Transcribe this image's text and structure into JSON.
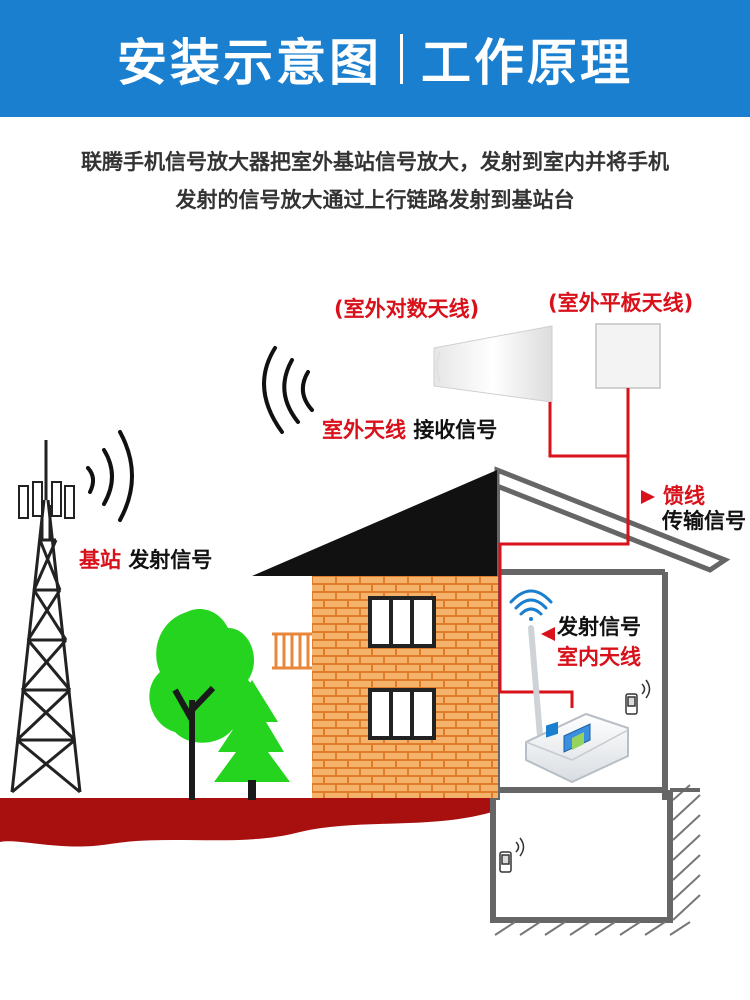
{
  "header": {
    "title_left": "安装示意图",
    "title_right": "工作原理"
  },
  "intro": {
    "line1": "联腾手机信号放大器把室外基站信号放大，发射到室内并将手机",
    "line2": "发射的信号放大通过上行链路发射到基站台"
  },
  "labels": {
    "log_antenna": "(室外对数天线)",
    "panel_antenna": "(室外平板天线)",
    "outdoor_antenna_red": "室外天线",
    "outdoor_antenna_dark": "接收信号",
    "feeder_red": "馈线",
    "feeder_dark": "传输信号",
    "base_station_red": "基站",
    "base_station_dark": "发射信号",
    "indoor_dark": "发射信号",
    "indoor_red": "室内天线"
  },
  "colors": {
    "header_bg": "#1b7fcf",
    "accent_red": "#d8111a",
    "ground": "#a81010",
    "brick": "#f2a55a",
    "tree": "#25d41e"
  }
}
